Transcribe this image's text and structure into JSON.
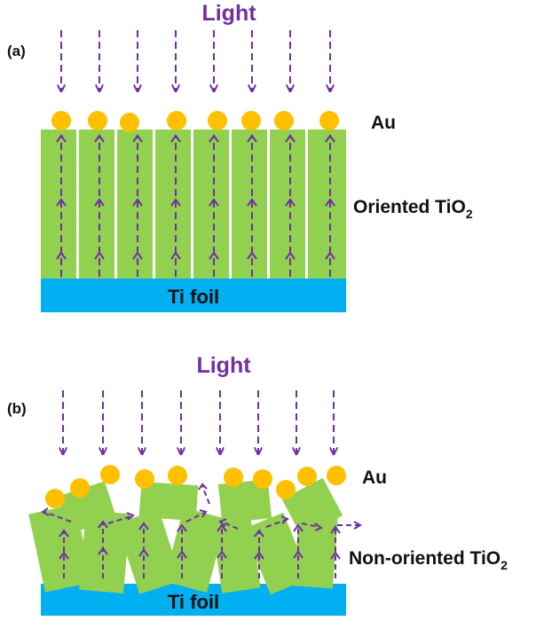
{
  "panel_a": {
    "panel_label": "(a)",
    "light_label": "Light",
    "au_label": "Au",
    "tio2_label_main": "Oriented TiO",
    "tio2_label_sub": "2",
    "foil_label": "Ti foil"
  },
  "panel_b": {
    "panel_label": "(b)",
    "light_label": "Light",
    "au_label": "Au",
    "tio2_label_main": "Non-oriented TiO",
    "tio2_label_sub": "2",
    "foil_label": "Ti foil"
  },
  "colors": {
    "tio2": "#92d050",
    "au": "#ffc000",
    "ti_foil": "#00b0f0",
    "light_arrow": "#7030a0"
  }
}
